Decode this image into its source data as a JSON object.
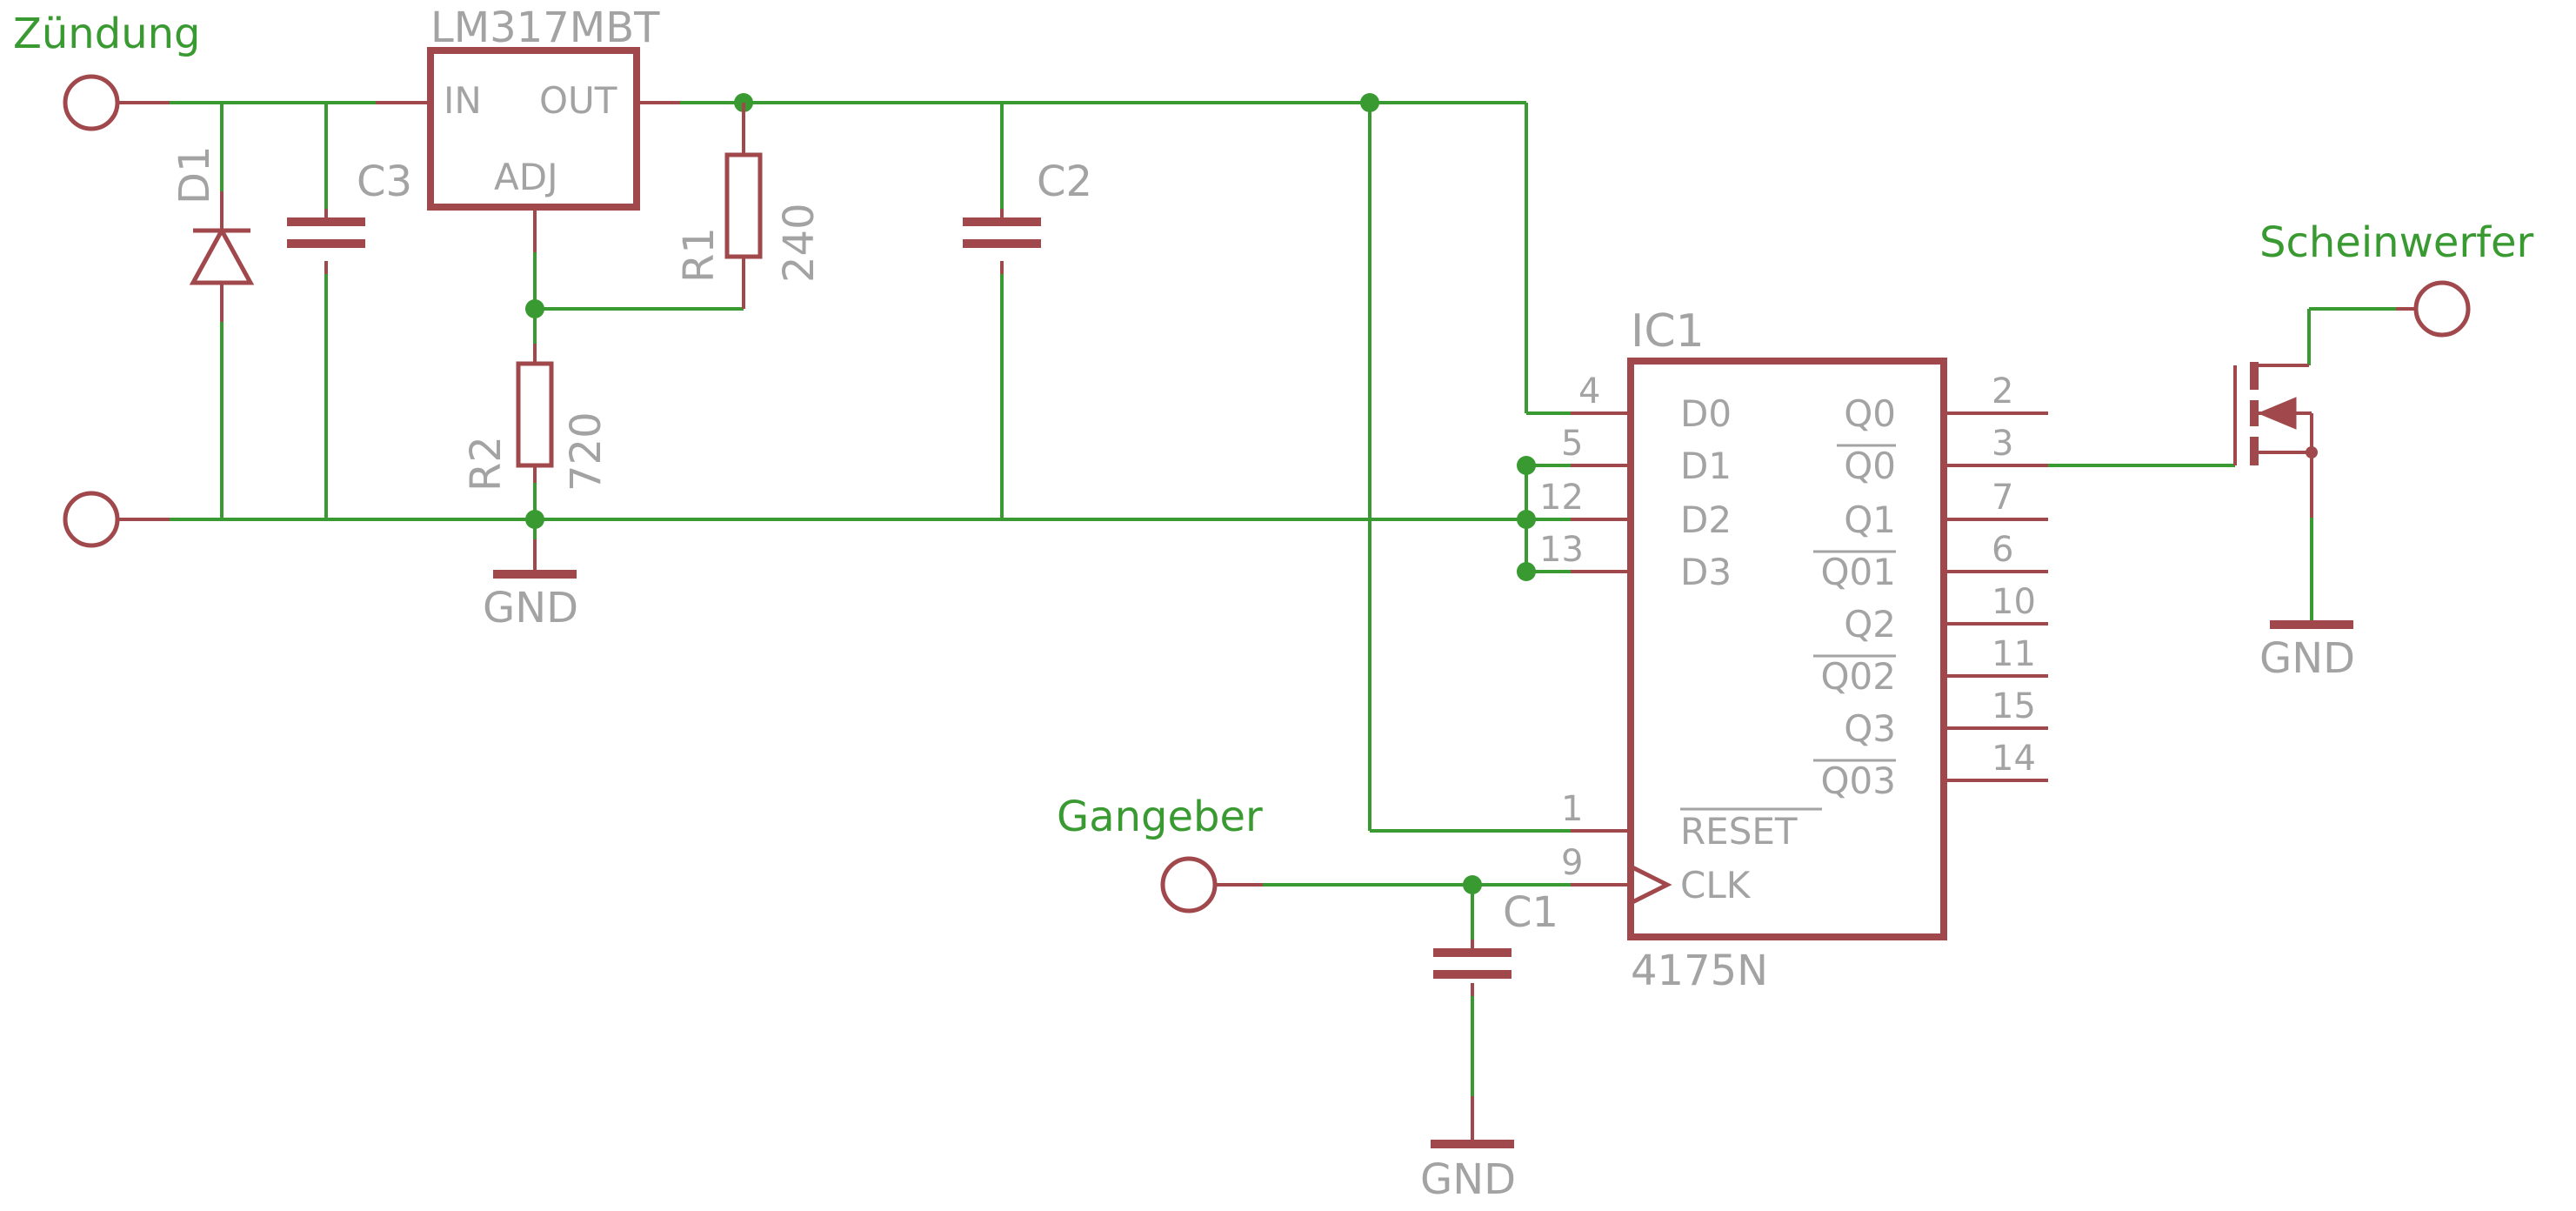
{
  "nets": {
    "zuendung": "Zündung",
    "scheinwerfer": "Scheinwerfer",
    "gangeber": "Gangeber"
  },
  "regulator": {
    "name": "LM317MBT",
    "pin_in": "IN",
    "pin_out": "OUT",
    "pin_adj": "ADJ"
  },
  "components": {
    "d1": "D1",
    "c3": "C3",
    "c2": "C2",
    "c1": "C1",
    "r1": {
      "name": "R1",
      "value": "240"
    },
    "r2": {
      "name": "R2",
      "value": "720"
    }
  },
  "ground_labels": [
    "GND",
    "GND",
    "GND"
  ],
  "ic": {
    "name": "IC1",
    "value": "4175N",
    "left_pins": [
      {
        "num": "4",
        "label": "D0"
      },
      {
        "num": "5",
        "label": "D1"
      },
      {
        "num": "12",
        "label": "D2"
      },
      {
        "num": "13",
        "label": "D3"
      },
      {
        "num": "1",
        "label": "RESET",
        "overline": true
      },
      {
        "num": "9",
        "label": "CLK",
        "clock": true
      }
    ],
    "right_pins": [
      {
        "num": "2",
        "label": "Q0"
      },
      {
        "num": "3",
        "label": "Q0",
        "overline": true
      },
      {
        "num": "7",
        "label": "Q1"
      },
      {
        "num": "6",
        "label": "Q01",
        "overline": true
      },
      {
        "num": "10",
        "label": "Q2"
      },
      {
        "num": "11",
        "label": "Q02",
        "overline": true
      },
      {
        "num": "15",
        "label": "Q3"
      },
      {
        "num": "14",
        "label": "Q03",
        "overline": true
      }
    ]
  },
  "colors": {
    "wire": "#3a9a32",
    "component": "#a0484c",
    "label": "#a3a3a3",
    "net_label": "#3a9a32"
  }
}
